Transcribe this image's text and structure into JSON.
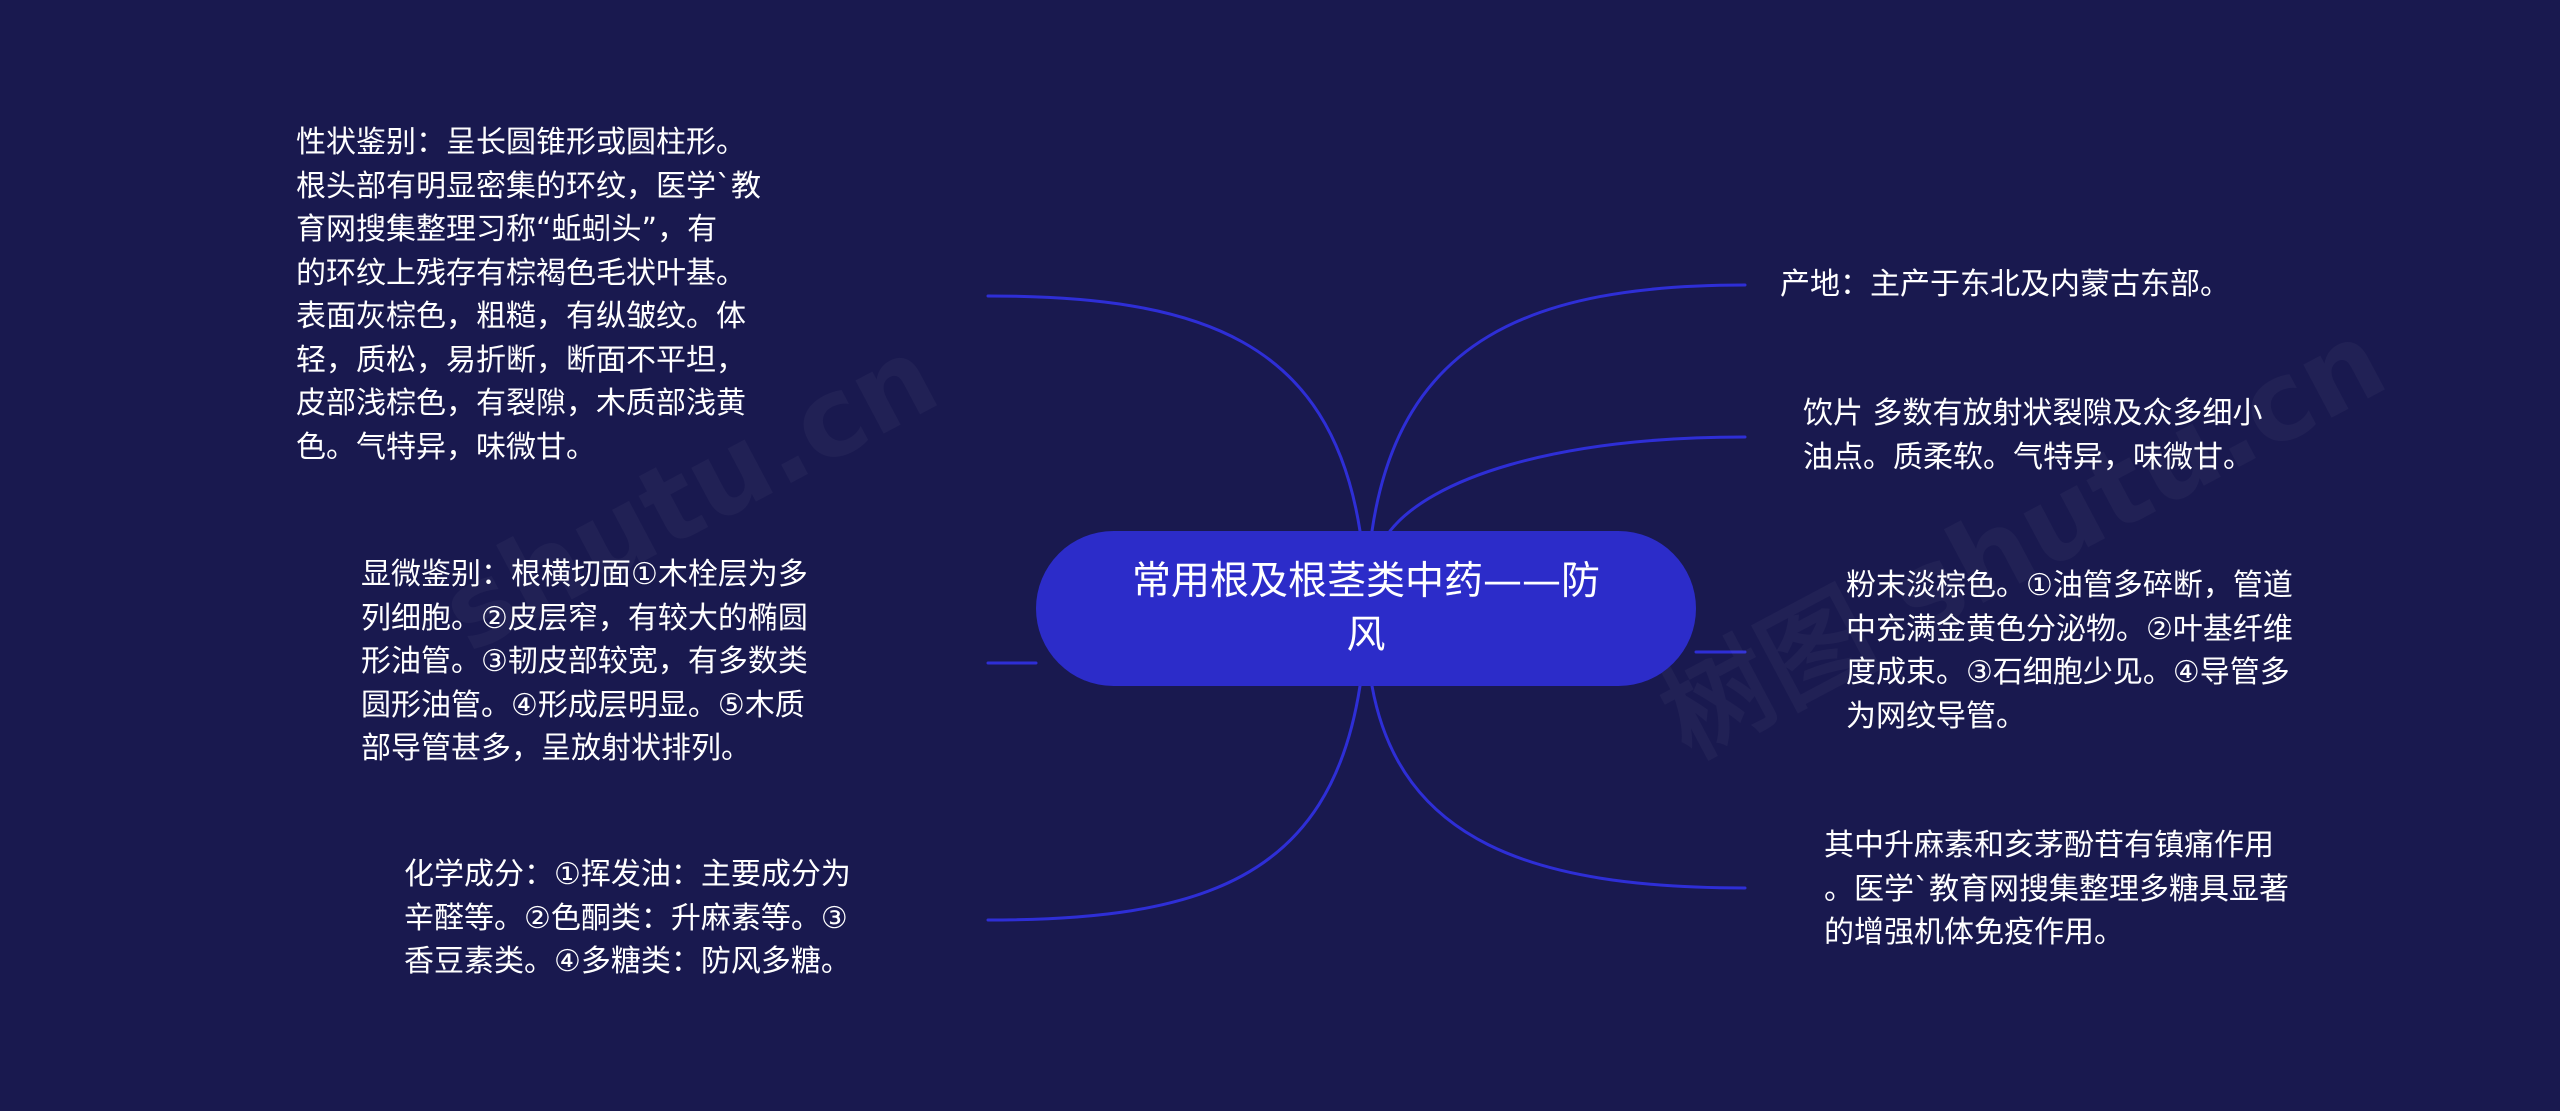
{
  "colors": {
    "background": "#19194f",
    "center_fill": "#2c2cc9",
    "connector": "#2e2ed6",
    "text": "#ffffff"
  },
  "center": {
    "title": "常用根及根茎类中药——防风"
  },
  "branches": {
    "xingzhuang": "性状鉴别：呈长圆锥形或圆柱形。\n根头部有明显密集的环纹，医学`教\n育网搜集整理习称“蚯蚓头”，有\n的环纹上残存有棕褐色毛状叶基。\n表面灰棕色，粗糙，有纵皱纹。体\n轻，质松，易折断，断面不平坦，\n皮部浅棕色，有裂隙，木质部浅黄\n色。气特异，味微甘。",
    "xianwei": "显微鉴别：根横切面①木栓层为多\n列细胞。②皮层窄，有较大的椭圆\n形油管。③韧皮部较宽，有多数类\n圆形油管。④形成层明显。⑤木质\n部导管甚多，呈放射状排列。",
    "huaxue": "化学成分：①挥发油：主要成分为\n辛醛等。②色酮类：升麻素等。③\n香豆素类。④多糖类：防风多糖。",
    "chandi": "产地：主产于东北及内蒙古东部。",
    "yinpian": "饮片 多数有放射状裂隙及众多细小\n油点。质柔软。气特异，味微甘。",
    "fenmo": "粉末淡棕色。①油管多碎断，管道\n中充满金黄色分泌物。②叶基纤维\n度成束。③石细胞少见。④导管多\n为网纹导管。",
    "qizhong": "其中升麻素和亥茅酚苷有镇痛作用\n。医学`教育网搜集整理多糖具显著\n的增强机体免疫作用。"
  },
  "watermark": {
    "left": "shutu.cn",
    "right": "树图 shutu.cn"
  }
}
